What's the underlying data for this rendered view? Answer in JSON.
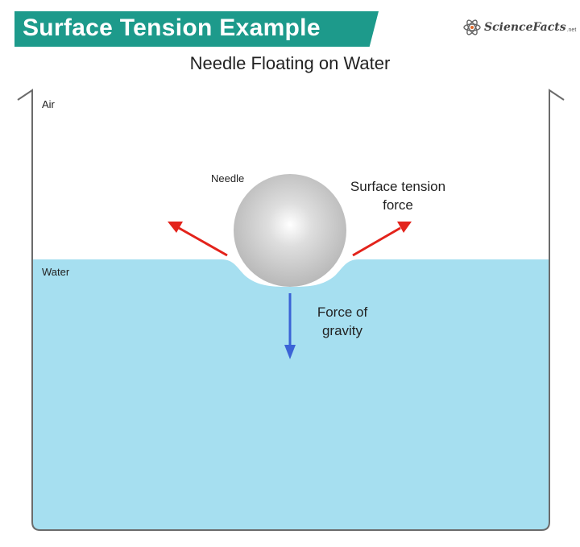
{
  "banner": {
    "title": "Surface Tension Example",
    "color": "#1d9a8b"
  },
  "brand": {
    "name": "ScienceFacts",
    "suffix": ".net"
  },
  "subtitle": "Needle Floating on Water",
  "labels": {
    "air": "Air",
    "water": "Water",
    "needle": "Needle",
    "surface_tension_line1": "Surface tension",
    "surface_tension_line2": "force",
    "gravity_line1": "Force of",
    "gravity_line2": "gravity"
  },
  "colors": {
    "water": "#a6dff0",
    "surface_tension_arrow": "#e3231b",
    "gravity_arrow": "#3b63d6",
    "container_wall": "#6b6b6b",
    "needle": "#c4c4c4"
  }
}
